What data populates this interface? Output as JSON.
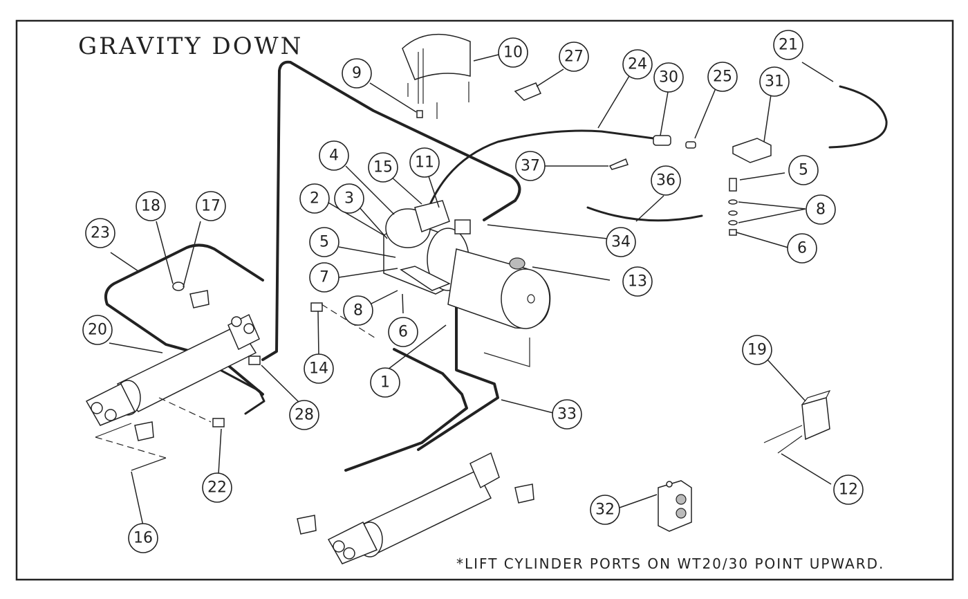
{
  "title": "GRAVITY DOWN",
  "note": "*LIFT CYLINDER PORTS ON WT20/30 POINT UPWARD.",
  "callouts": [
    {
      "id": "1",
      "label": "1"
    },
    {
      "id": "2",
      "label": "2"
    },
    {
      "id": "3",
      "label": "3"
    },
    {
      "id": "4",
      "label": "4"
    },
    {
      "id": "5a",
      "label": "5"
    },
    {
      "id": "5b",
      "label": "5"
    },
    {
      "id": "6a",
      "label": "6"
    },
    {
      "id": "6b",
      "label": "6"
    },
    {
      "id": "7",
      "label": "7"
    },
    {
      "id": "8a",
      "label": "8"
    },
    {
      "id": "8b",
      "label": "8"
    },
    {
      "id": "9",
      "label": "9"
    },
    {
      "id": "10",
      "label": "10"
    },
    {
      "id": "11",
      "label": "11"
    },
    {
      "id": "12",
      "label": "12"
    },
    {
      "id": "13",
      "label": "13"
    },
    {
      "id": "14",
      "label": "14"
    },
    {
      "id": "15",
      "label": "15"
    },
    {
      "id": "16",
      "label": "16"
    },
    {
      "id": "17",
      "label": "17"
    },
    {
      "id": "18",
      "label": "18"
    },
    {
      "id": "19",
      "label": "19"
    },
    {
      "id": "20",
      "label": "20"
    },
    {
      "id": "21",
      "label": "21"
    },
    {
      "id": "22",
      "label": "22"
    },
    {
      "id": "23",
      "label": "23"
    },
    {
      "id": "24",
      "label": "24"
    },
    {
      "id": "25",
      "label": "25"
    },
    {
      "id": "27",
      "label": "27"
    },
    {
      "id": "28",
      "label": "28"
    },
    {
      "id": "30",
      "label": "30"
    },
    {
      "id": "31",
      "label": "31"
    },
    {
      "id": "32",
      "label": "32"
    },
    {
      "id": "33",
      "label": "33"
    },
    {
      "id": "34",
      "label": "34"
    },
    {
      "id": "36",
      "label": "36"
    },
    {
      "id": "37",
      "label": "37"
    }
  ]
}
